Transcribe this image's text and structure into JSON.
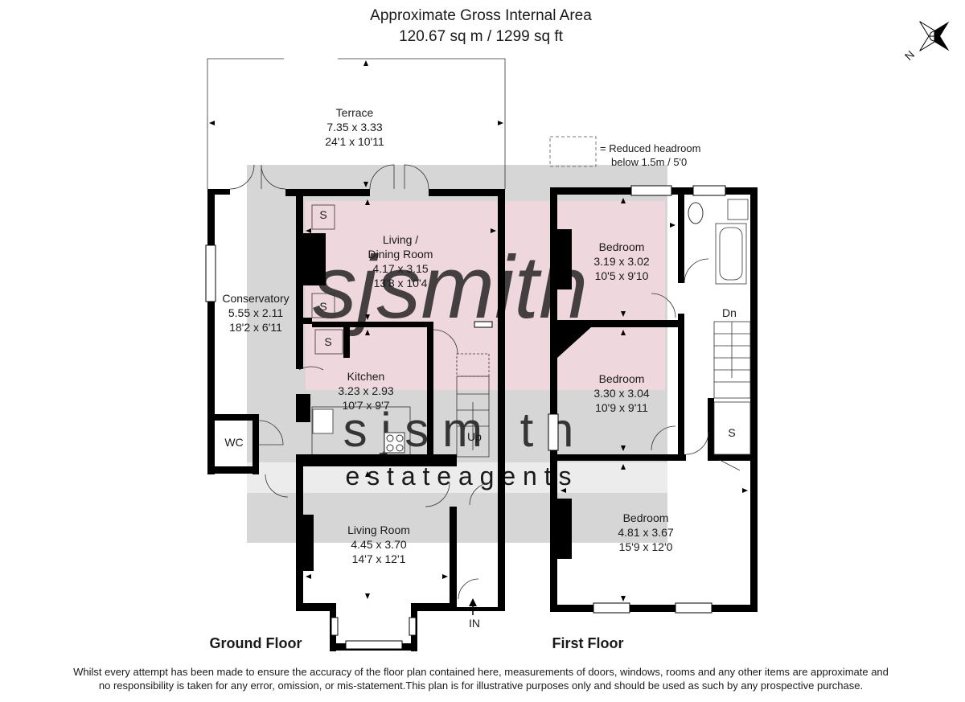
{
  "header": {
    "title": "Approximate Gross Internal Area",
    "area": "120.67 sq m / 1299 sq ft"
  },
  "legend": {
    "line1": "= Reduced headroom",
    "line2": "below 1.5m / 5'0"
  },
  "compass": {
    "label": "N"
  },
  "watermark": {
    "script": "sjsmith",
    "letters": "s j s m i t h",
    "tagline": "e s t a t e   a g e n t s"
  },
  "floors": {
    "ground": "Ground Floor",
    "first": "First Floor"
  },
  "rooms": {
    "terrace": {
      "name": "Terrace",
      "metric": "7.35 x 3.33",
      "imperial": "24'1 x 10'11"
    },
    "living_dining": {
      "name1": "Living /",
      "name2": "Dining Room",
      "metric": "4.17 x 3.15",
      "imperial": "13'8 x 10'4"
    },
    "conservatory": {
      "name": "Conservatory",
      "metric": "5.55 x 2.11",
      "imperial": "18'2 x 6'11"
    },
    "kitchen": {
      "name": "Kitchen",
      "metric": "3.23 x 2.93",
      "imperial": "10'7 x 9'7"
    },
    "wc": {
      "name": "WC"
    },
    "living_room": {
      "name": "Living Room",
      "metric": "4.45 x 3.70",
      "imperial": "14'7 x 12'1"
    },
    "bedroom1": {
      "name": "Bedroom",
      "metric": "3.19 x 3.02",
      "imperial": "10'5 x 9'10"
    },
    "bedroom2": {
      "name": "Bedroom",
      "metric": "3.30 x 3.04",
      "imperial": "10'9 x 9'11"
    },
    "bedroom3": {
      "name": "Bedroom",
      "metric": "4.81 x 3.67",
      "imperial": "15'9 x 12'0"
    }
  },
  "labels": {
    "store": "S",
    "up": "Up",
    "down": "Dn",
    "entrance": "IN"
  },
  "disclaimer": {
    "line1": "Whilst every attempt has been made to ensure the accuracy of the floor plan contained here, measurements of doors, windows, rooms and any other items are approximate and",
    "line2": "no responsibility is taken for any error, omission, or mis-statement.This plan is for illustrative purposes only and should be used as such by any prospective purchase."
  },
  "colors": {
    "walls": "#000000",
    "watermark_grey": "#d4d4d4",
    "watermark_pink": "#efd5dc",
    "background": "#ffffff"
  }
}
